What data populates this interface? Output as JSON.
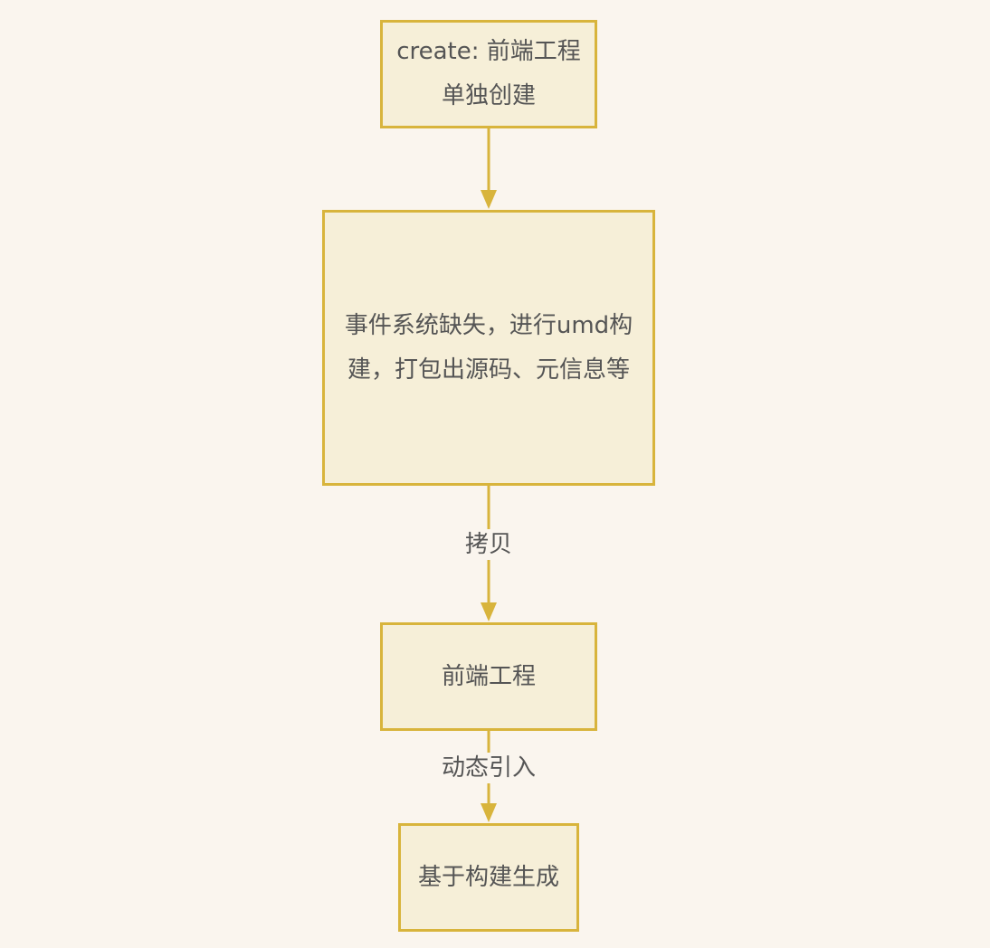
{
  "diagram": {
    "nodes": {
      "create": {
        "line1": "create: 前端工程",
        "line2": "单独创建"
      },
      "umd": {
        "line1": "事件系统缺失，进行umd构",
        "line2": "建，打包出源码、元信息等"
      },
      "frontend": {
        "label": "前端工程"
      },
      "generated": {
        "label": "基于构建生成"
      }
    },
    "edges": {
      "copy": {
        "label": "拷贝"
      },
      "dynamic_import": {
        "label": "动态引入"
      }
    },
    "colors": {
      "background": "#faf5ee",
      "node_fill": "#f6efd8",
      "node_border": "#d8b43c",
      "edge": "#d8b43c",
      "text": "#555555"
    }
  }
}
